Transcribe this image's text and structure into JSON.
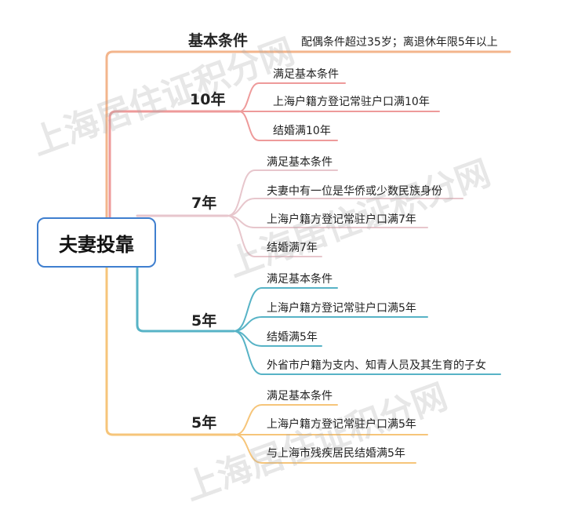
{
  "root": "夫妻投靠",
  "watermark": "上海居住证积分网",
  "branches": [
    {
      "label": "基本条件",
      "color": "#f3b58c",
      "leaves": [
        "配偶条件超过35岁；离退休年限5年以上"
      ]
    },
    {
      "label": "10年",
      "color": "#ee9a9a",
      "leaves": [
        "满足基本条件",
        "上海户籍方登记常驻户口满10年",
        "结婚满10年"
      ]
    },
    {
      "label": "7年",
      "color": "#e7c6cc",
      "leaves": [
        "满足基本条件",
        "夫妻中有一位是华侨或少数民族身份",
        "上海户籍方登记常驻户口满7年",
        "结婚满7年"
      ]
    },
    {
      "label": "5年",
      "color": "#57b3c6",
      "leaves": [
        "满足基本条件",
        "上海户籍方登记常驻户口满5年",
        "结婚满5年",
        "外省市户籍为支内、知青人员及其生育的子女"
      ]
    },
    {
      "label": "5年",
      "color": "#f6c57a",
      "leaves": [
        "满足基本条件",
        "上海户籍方登记常驻户口满5年",
        "与上海市残疾居民结婚满5年"
      ]
    }
  ]
}
